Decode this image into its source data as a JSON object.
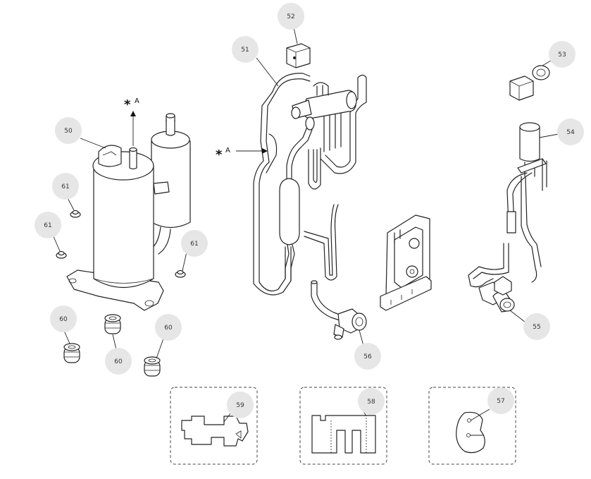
{
  "diagram": {
    "callouts": {
      "p50": "50",
      "p51": "51",
      "p52": "52",
      "p53": "53",
      "p54": "54",
      "p55": "55",
      "p56": "56",
      "p57": "57",
      "p58": "58",
      "p59": "59",
      "p60a": "60",
      "p60b": "60",
      "p60c": "60",
      "p61a": "61",
      "p61b": "61",
      "p61c": "61"
    },
    "markers": {
      "star": "*",
      "letter": "A"
    },
    "colors": {
      "callout_fill": "#e6e6e6",
      "line": "#222222",
      "background": "#ffffff"
    }
  }
}
